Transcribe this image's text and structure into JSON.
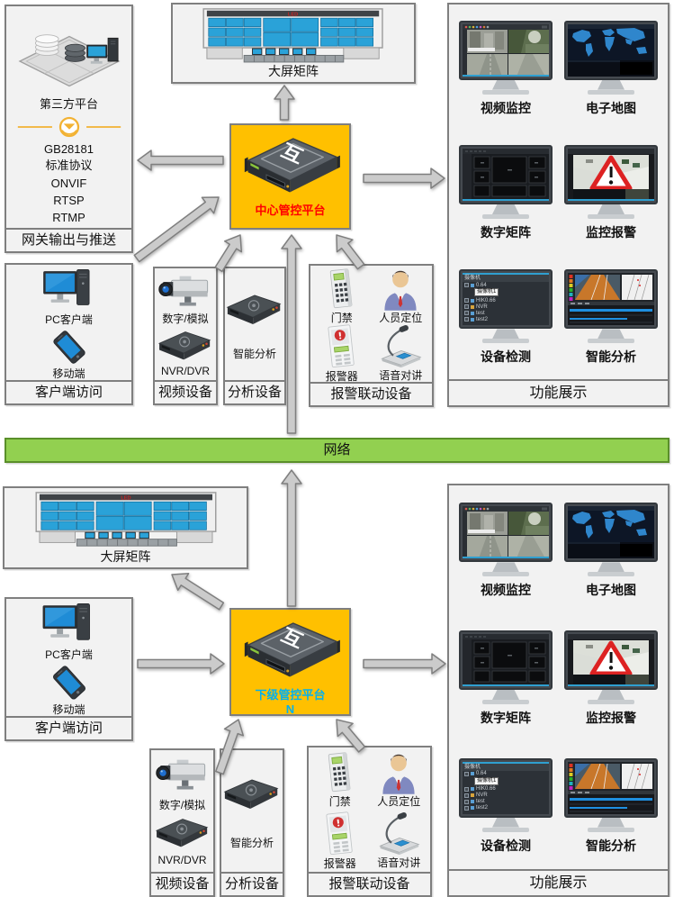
{
  "colors": {
    "platform_bg": "#ffc000",
    "network_green": "#92d050",
    "central_label_red": "#ff0000",
    "sub_label_cyan": "#00b0f0",
    "screen_blue": "#2aa2d8",
    "led_red": "#cc2222",
    "alarm_red": "#dd2222"
  },
  "network": {
    "label": "网络"
  },
  "gateway": {
    "platform_label": "第三方平台",
    "gb_line1": "GB28181",
    "gb_line2": "标准协议",
    "onvif": "ONVIF",
    "rtsp": "RTSP",
    "rtmp": "RTMP",
    "footer": "网关输出与推送"
  },
  "bigscreen": {
    "led": "LED",
    "label": "大屏矩阵"
  },
  "central_platform": {
    "label": "中心管控平台"
  },
  "sub_platform": {
    "line1": "下级管控平台",
    "line2": "N"
  },
  "client": {
    "pc": "PC客户端",
    "mobile": "移动端",
    "footer": "客户端访问"
  },
  "video_devices": {
    "camera": "数字/模拟",
    "recorder": "NVR/DVR",
    "footer": "视频设备"
  },
  "analysis_devices": {
    "device": "智能分析",
    "footer": "分析设备"
  },
  "alarm_devices": {
    "door_access": "门禁",
    "personnel": "人员定位",
    "alarm": "报警器",
    "intercom": "语音对讲",
    "footer": "报警联动设备"
  },
  "features": {
    "footer": "功能展示",
    "monitor_labels": [
      "视频监控",
      "电子地图",
      "数字矩阵",
      "监控报警",
      "设备检测",
      "智能分析"
    ],
    "device_tree": {
      "title": "摄像机",
      "item0": "0.64",
      "tooltip": "摄像机1",
      "item1": "HIK0.66",
      "item2": "NVR",
      "item3": "test",
      "item4": "test2"
    }
  }
}
